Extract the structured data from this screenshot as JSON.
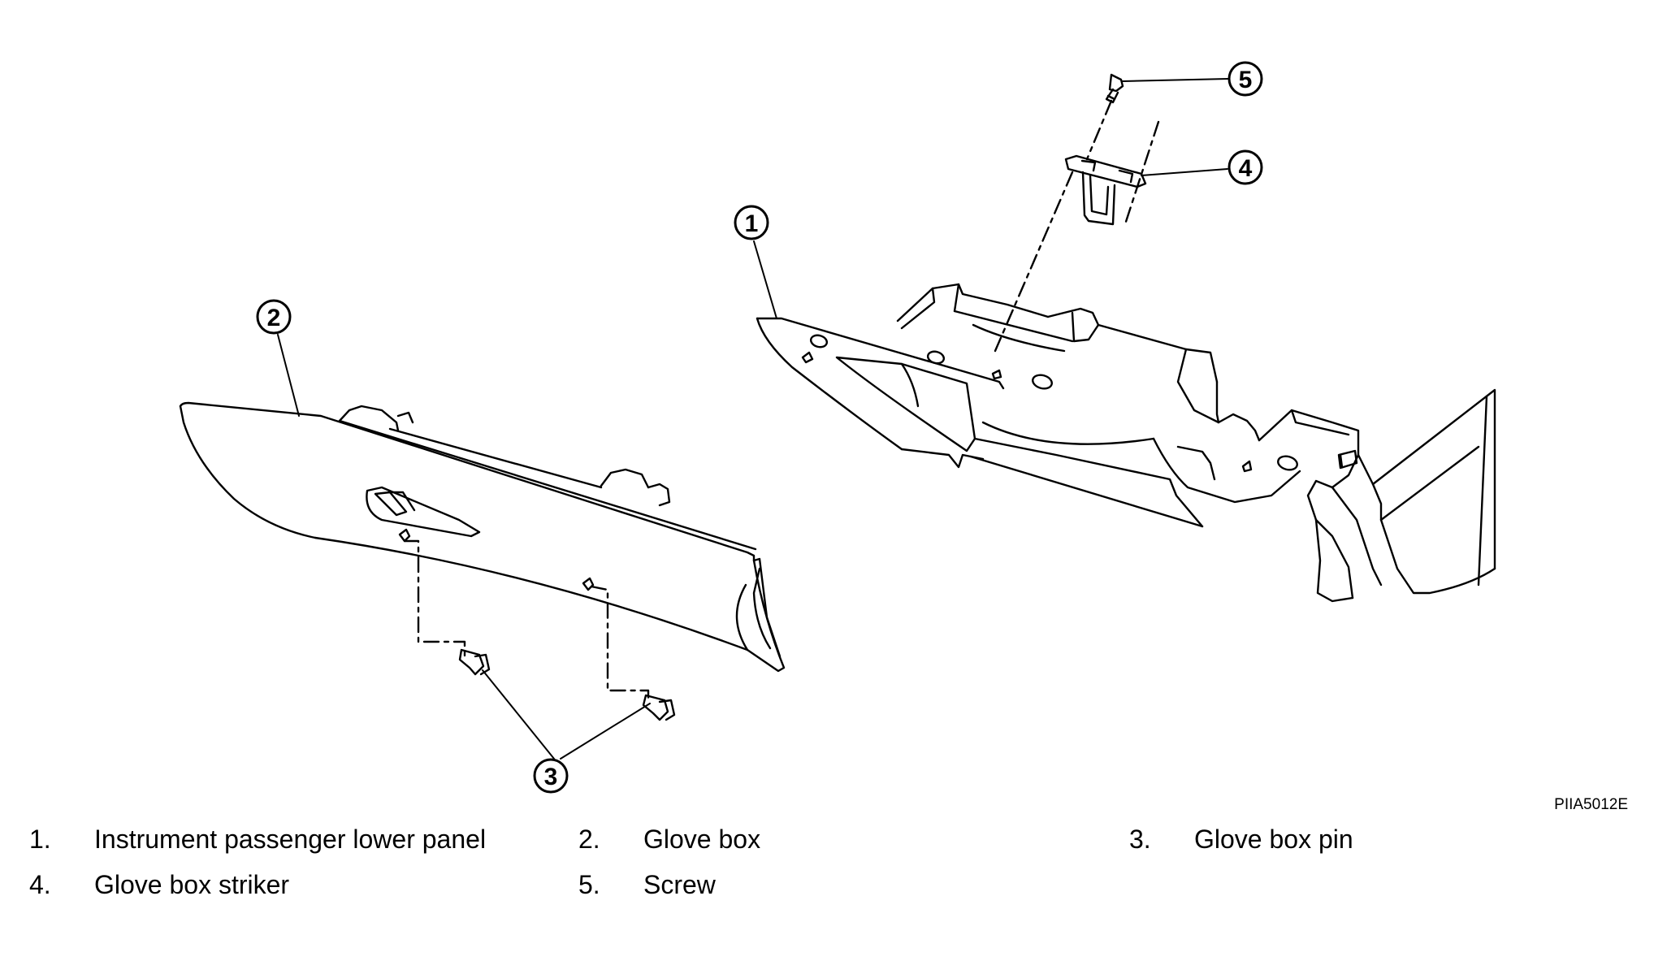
{
  "diagram": {
    "callouts": [
      "1",
      "2",
      "3",
      "4",
      "5"
    ],
    "figure_code": "PIIA5012E"
  },
  "legend": [
    {
      "num": "1.",
      "label": "Instrument passenger lower panel"
    },
    {
      "num": "2.",
      "label": "Glove box"
    },
    {
      "num": "3.",
      "label": "Glove box pin"
    },
    {
      "num": "4.",
      "label": "Glove box striker"
    },
    {
      "num": "5.",
      "label": "Screw"
    }
  ]
}
